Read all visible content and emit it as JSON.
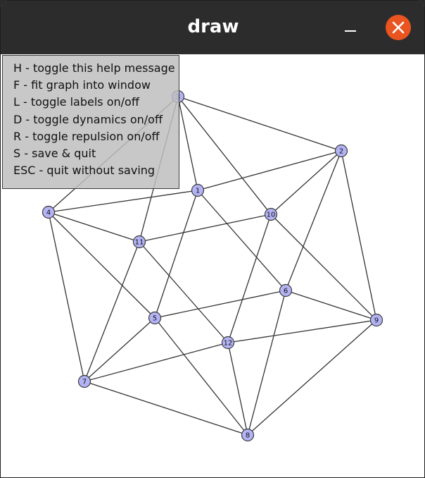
{
  "window": {
    "title": "draw"
  },
  "colors": {
    "titlebar": "#2c2c2c",
    "close_button": "#e95420",
    "node_fill": "#b3b3f5",
    "node_stroke": "#3a3a3a",
    "edge": "#333333",
    "help_background": "#bebebe"
  },
  "help": {
    "lines": [
      "H - toggle this help message",
      "F - fit graph into window",
      "L - toggle labels on/off",
      "D - toggle dynamics on/off",
      "R - toggle repulsion on/off",
      "S - save & quit",
      "ESC - quit without saving"
    ]
  },
  "graph": {
    "nodes": [
      {
        "id": "3"
      },
      {
        "id": "1"
      },
      {
        "id": "2"
      },
      {
        "id": "4"
      },
      {
        "id": "5"
      },
      {
        "id": "6"
      },
      {
        "id": "7"
      },
      {
        "id": "8"
      },
      {
        "id": "9"
      },
      {
        "id": "10"
      },
      {
        "id": "11"
      },
      {
        "id": "12"
      }
    ],
    "edges": [
      [
        "3",
        "2"
      ],
      [
        "3",
        "1"
      ],
      [
        "3",
        "10"
      ],
      [
        "3",
        "11"
      ],
      [
        "3",
        "4"
      ],
      [
        "2",
        "1"
      ],
      [
        "2",
        "10"
      ],
      [
        "2",
        "6"
      ],
      [
        "2",
        "9"
      ],
      [
        "1",
        "4"
      ],
      [
        "1",
        "5"
      ],
      [
        "1",
        "6"
      ],
      [
        "4",
        "11"
      ],
      [
        "4",
        "5"
      ],
      [
        "4",
        "7"
      ],
      [
        "10",
        "11"
      ],
      [
        "10",
        "9"
      ],
      [
        "10",
        "12"
      ],
      [
        "11",
        "7"
      ],
      [
        "11",
        "12"
      ],
      [
        "6",
        "5"
      ],
      [
        "6",
        "9"
      ],
      [
        "6",
        "8"
      ],
      [
        "5",
        "7"
      ],
      [
        "5",
        "8"
      ],
      [
        "12",
        "7"
      ],
      [
        "12",
        "9"
      ],
      [
        "12",
        "8"
      ],
      [
        "7",
        "8"
      ],
      [
        "9",
        "8"
      ]
    ]
  }
}
